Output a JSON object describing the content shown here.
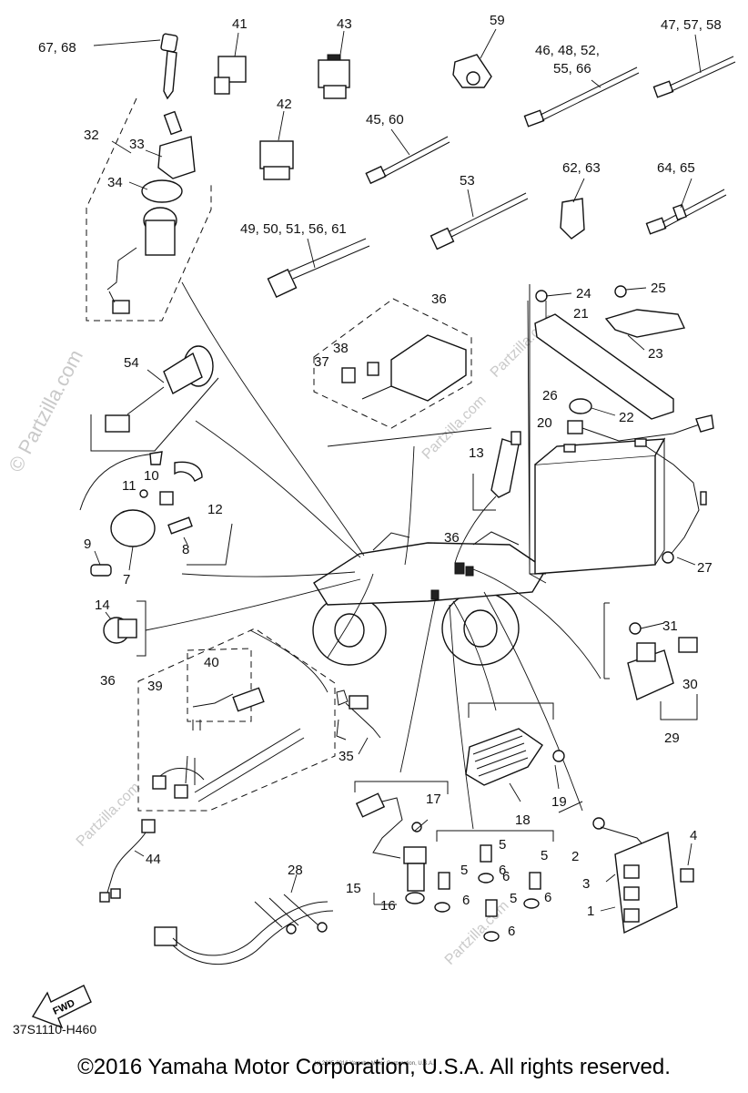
{
  "watermark": "© Partzilla.com",
  "watermark_faint": "Partzilla.com",
  "diagram_code": "37S1110-H460",
  "fwd_label": "FWD",
  "copyright": "©2016 Yamaha Motor Corporation, U.S.A. All rights reserved.",
  "small_copyright": "(c) 2005-2016 Yamaha Motor Corporation, U.S.A.",
  "callouts": {
    "c1": "1",
    "c2": "2",
    "c3": "3",
    "c4": "4",
    "c5a": "5",
    "c5b": "5",
    "c5c": "5",
    "c5d": "5",
    "c6a": "6",
    "c6b": "6",
    "c6c": "6",
    "c6d": "6",
    "c6e": "6",
    "c7": "7",
    "c8": "8",
    "c9": "9",
    "c10": "10",
    "c11": "11",
    "c12": "12",
    "c13": "13",
    "c14": "14",
    "c15": "15",
    "c16": "16",
    "c17": "17",
    "c18": "18",
    "c19": "19",
    "c20": "20",
    "c21": "21",
    "c22": "22",
    "c23": "23",
    "c24": "24",
    "c25": "25",
    "c26": "26",
    "c27": "27",
    "c28": "28",
    "c29": "29",
    "c30": "30",
    "c31": "31",
    "c32": "32",
    "c33": "33",
    "c34": "34",
    "c35": "35",
    "c36a": "36",
    "c36b": "36",
    "c36c": "36",
    "c37": "37",
    "c38": "38",
    "c39": "39",
    "c40": "40",
    "c41": "41",
    "c42": "42",
    "c43": "43",
    "c44": "44",
    "c45_60": "45, 60",
    "c46_a": "46, 48, 52,",
    "c46_b": "55, 66",
    "c47_57_58": "47, 57, 58",
    "c49": "49, 50, 51, 56, 61",
    "c53": "53",
    "c54": "54",
    "c59": "59",
    "c62_63": "62, 63",
    "c64_65": "64, 65",
    "c67_68": "67, 68"
  }
}
